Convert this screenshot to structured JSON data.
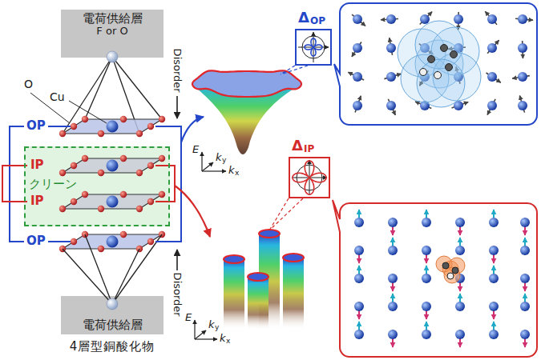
{
  "diagram": {
    "caption": "4層型銅酸化物",
    "nodes": [
      {
        "text": [
          "電荷供給層",
          "F or O"
        ]
      },
      {
        "text": [
          "クリーン"
        ]
      },
      {
        "text": [
          "電荷供給層"
        ]
      },
      {
        "text": [
          "Δ",
          "OP"
        ]
      },
      {
        "text": [
          "Δ",
          "IP"
        ]
      }
    ],
    "labels": [
      "O",
      "Cu",
      "Disorder",
      "OP",
      "IP",
      "IP",
      "OP",
      "Disorder",
      "E",
      "k",
      "y",
      "k",
      "x",
      "E",
      "k",
      "y",
      "k",
      "x"
    ]
  }
}
